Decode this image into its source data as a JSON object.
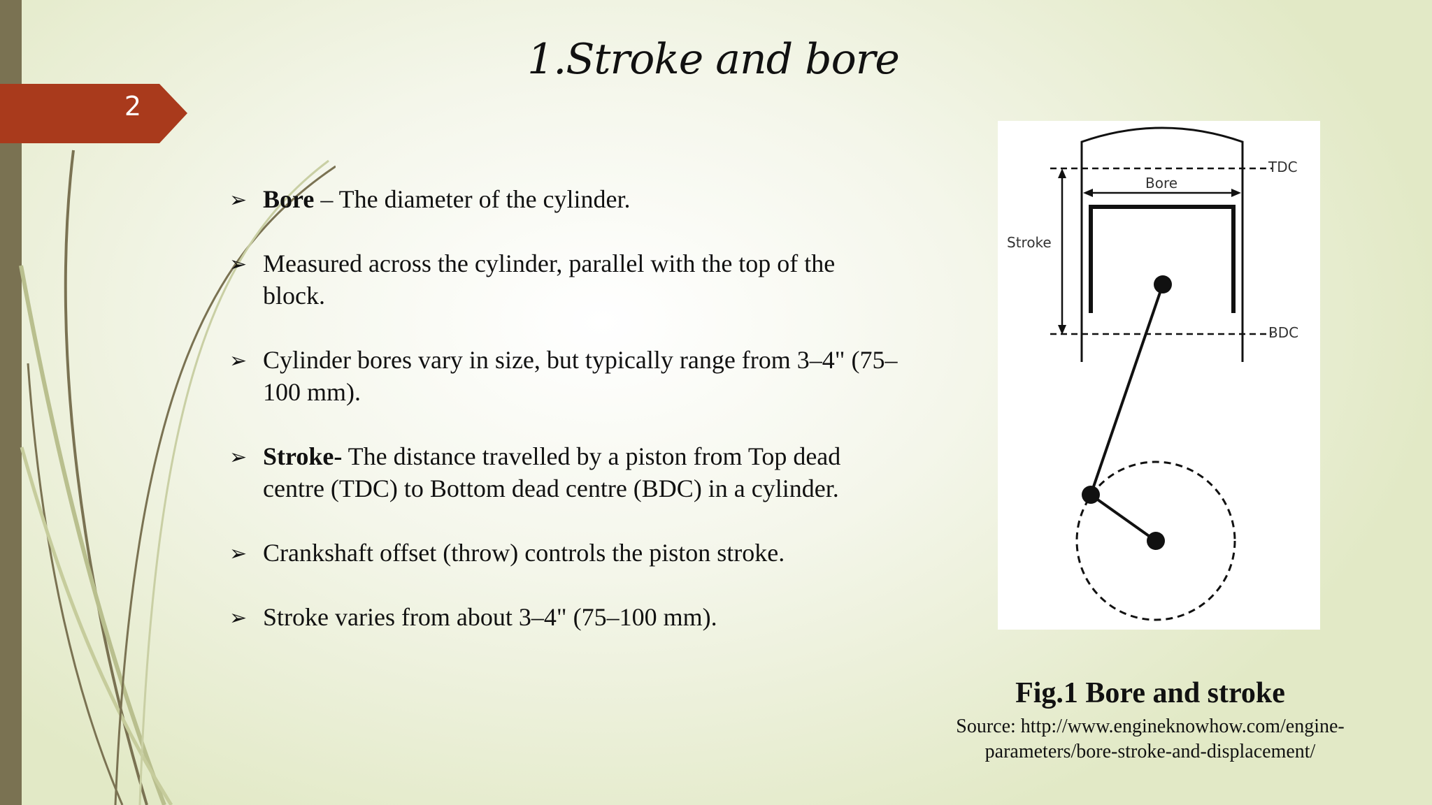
{
  "slide": {
    "number": "2",
    "title": "1.Stroke and bore"
  },
  "bullets": [
    {
      "bold": "Bore",
      "text": " – The diameter of the cylinder."
    },
    {
      "bold": "",
      "text": "Measured across the cylinder, parallel with the top of the block."
    },
    {
      "bold": "",
      "text": "Cylinder bores vary in size, but typically range from 3–4\" (75–100 mm)."
    },
    {
      "bold": "Stroke-",
      "text": " The distance travelled by a piston from Top dead centre (TDC) to Bottom dead centre (BDC) in a cylinder."
    },
    {
      "bold": "",
      "text": "Crankshaft offset (throw) controls the piston stroke."
    },
    {
      "bold": "",
      "text": "Stroke varies from about 3–4\" (75–100 mm)."
    }
  ],
  "figure": {
    "labels": {
      "tdc": "TDC",
      "bdc": "BDC",
      "bore": "Bore",
      "stroke": "Stroke"
    },
    "caption": "Fig.1 Bore and stroke",
    "source_line1": "Source: http://www.engineknowhow.com/engine-",
    "source_line2": "parameters/bore-stroke-and-displacement/"
  },
  "colors": {
    "accent_tab": "#a93a1c",
    "left_bar": "#7a7252"
  }
}
